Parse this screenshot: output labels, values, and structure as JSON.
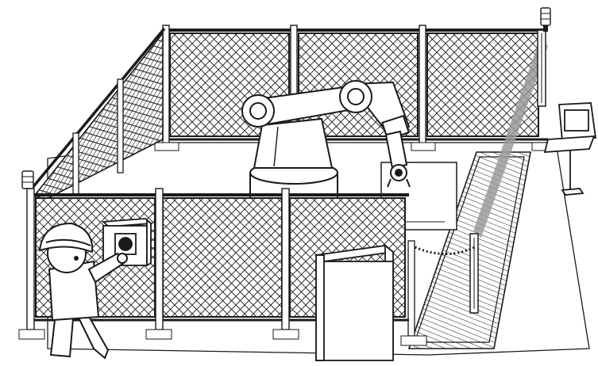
{
  "scene": {
    "subject": "robot-cell-safety-layout",
    "style": "monochrome-line-art",
    "colors": {
      "ink": "#1a1a1a",
      "paper": "#ffffff",
      "light_curtain_beam": "#9a9a9a",
      "shadow": "#bdbdbd"
    },
    "elements": {
      "fence_panels": 7,
      "fence_posts": 10,
      "floor_plates": 9,
      "stack_lights": 2,
      "light_curtain_emitter": "light-curtain-emitter",
      "light_curtain_receiver": "light-curtain-receiver",
      "safety_mat": "safety-mat",
      "robot": "articulated-robot-arm",
      "control_cabinet": "control-cabinet",
      "teach_terminal": "monitor-terminal",
      "operator": "worker-with-hard-hat",
      "push_button_station": "emergency-stop-button-box",
      "chain_barrier": "chain-barrier"
    }
  }
}
